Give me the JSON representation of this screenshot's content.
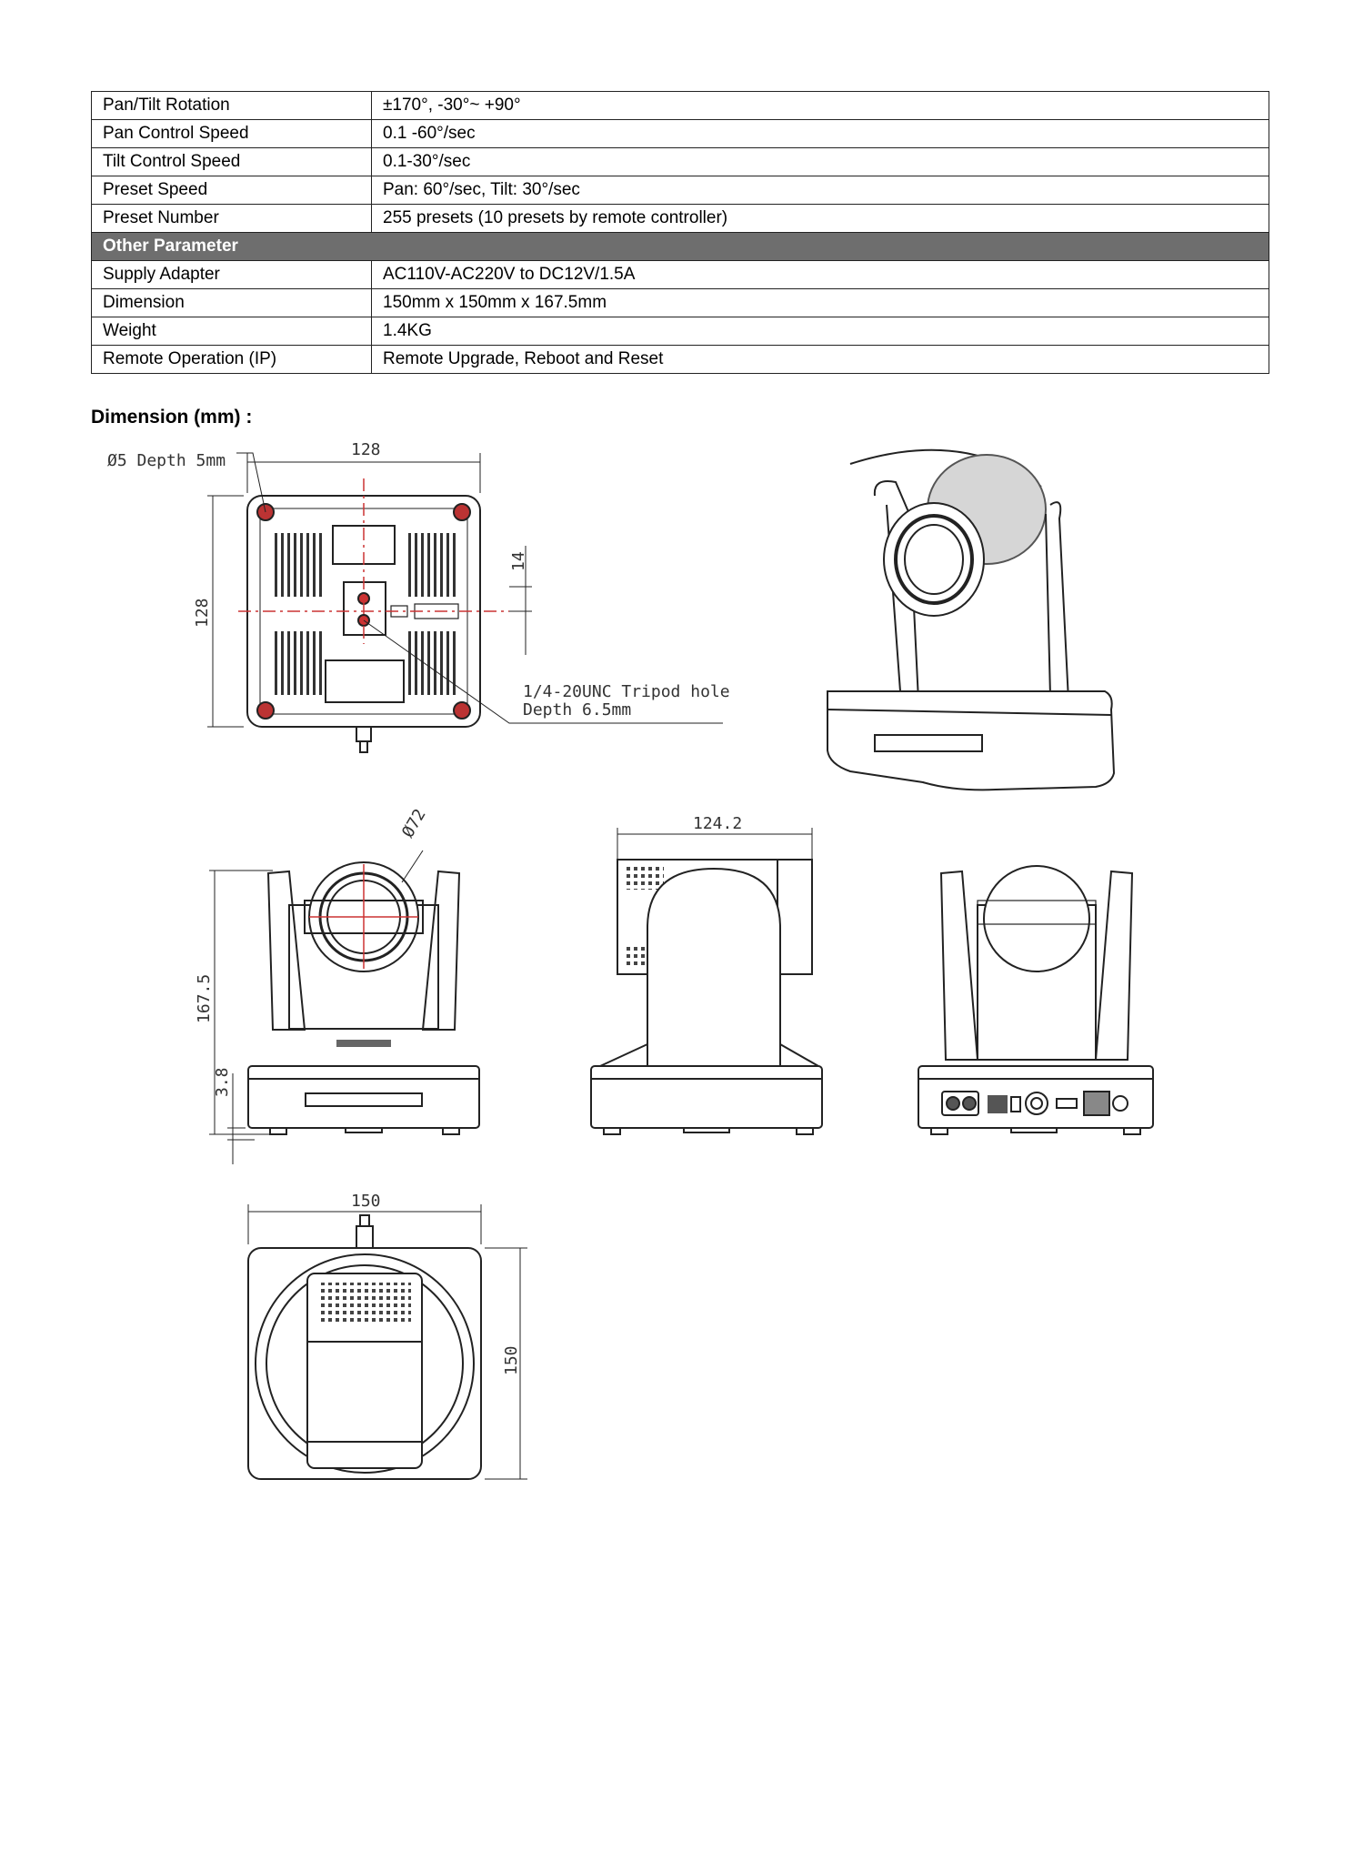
{
  "specs": [
    {
      "label": "Pan/Tilt Rotation",
      "value": "±170°, -30°~ +90°"
    },
    {
      "label": "Pan Control Speed",
      "value": "0.1 -60°/sec"
    },
    {
      "label": "Tilt Control Speed",
      "value": "0.1-30°/sec"
    },
    {
      "label": "Preset Speed",
      "value": "Pan: 60°/sec, Tilt: 30°/sec"
    },
    {
      "label": "Preset Number",
      "value": "255 presets (10 presets by remote controller)"
    }
  ],
  "other_section": "Other Parameter",
  "other_specs": [
    {
      "label": "Supply Adapter",
      "value": "AC110V-AC220V to DC12V/1.5A"
    },
    {
      "label": "Dimension",
      "value": "150mm x 150mm x 167.5mm"
    },
    {
      "label": "Weight",
      "value": "1.4KG"
    },
    {
      "label": "Remote Operation (IP)",
      "value": "Remote Upgrade, Reboot and Reset"
    }
  ],
  "dimension_heading": "Dimension (mm) :",
  "drawing": {
    "bottom_hole_note": "Ø5 Depth 5mm",
    "bottom_width": "128",
    "bottom_height": "128",
    "bottom_offset": "14",
    "tripod_note_1": "1/4-20UNC Tripod hole",
    "tripod_note_2": "Depth 6.5mm",
    "lens_diameter": "Ø72",
    "height_total": "167.5",
    "foot_height": "3.8",
    "side_depth": "124.2",
    "top_width": "150",
    "top_depth": "150"
  }
}
